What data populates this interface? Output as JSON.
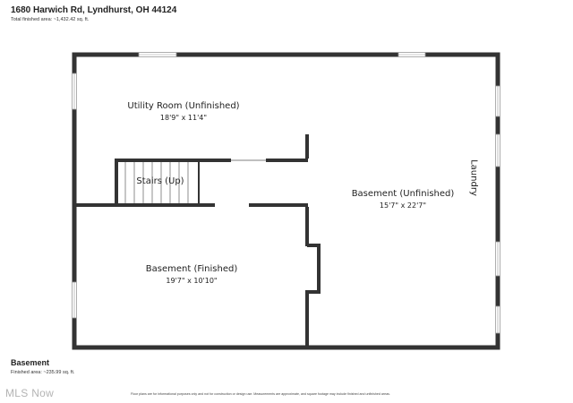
{
  "header": {
    "address": "1680 Harwich Rd, Lyndhurst, OH 44124",
    "total_area": "Total finished area: ~1,432.42 sq. ft."
  },
  "floor": {
    "name": "Basement",
    "finished_area": "Finished area: ~235.99 sq. ft."
  },
  "rooms": [
    {
      "name": "Utility Room (Unfinished)",
      "dims": "18'9\" x 11'4\""
    },
    {
      "name": "Stairs (Up)",
      "dims": ""
    },
    {
      "name": "Basement (Unfinished)",
      "dims": "15'7\" x 22'7\""
    },
    {
      "name": "Basement (Finished)",
      "dims": "19'7\" x 10'10\""
    },
    {
      "name": "Laundry",
      "dims": ""
    }
  ],
  "footer": {
    "watermark": "MLS Now",
    "disclaimer": "Floor plans are for informational purposes only and not for construction or design use. Measurements are approximate, and square footage may include finished and unfinished areas."
  },
  "colors": {
    "wall": "#333333",
    "window": "#9a9a9a",
    "stair": "#444444"
  }
}
